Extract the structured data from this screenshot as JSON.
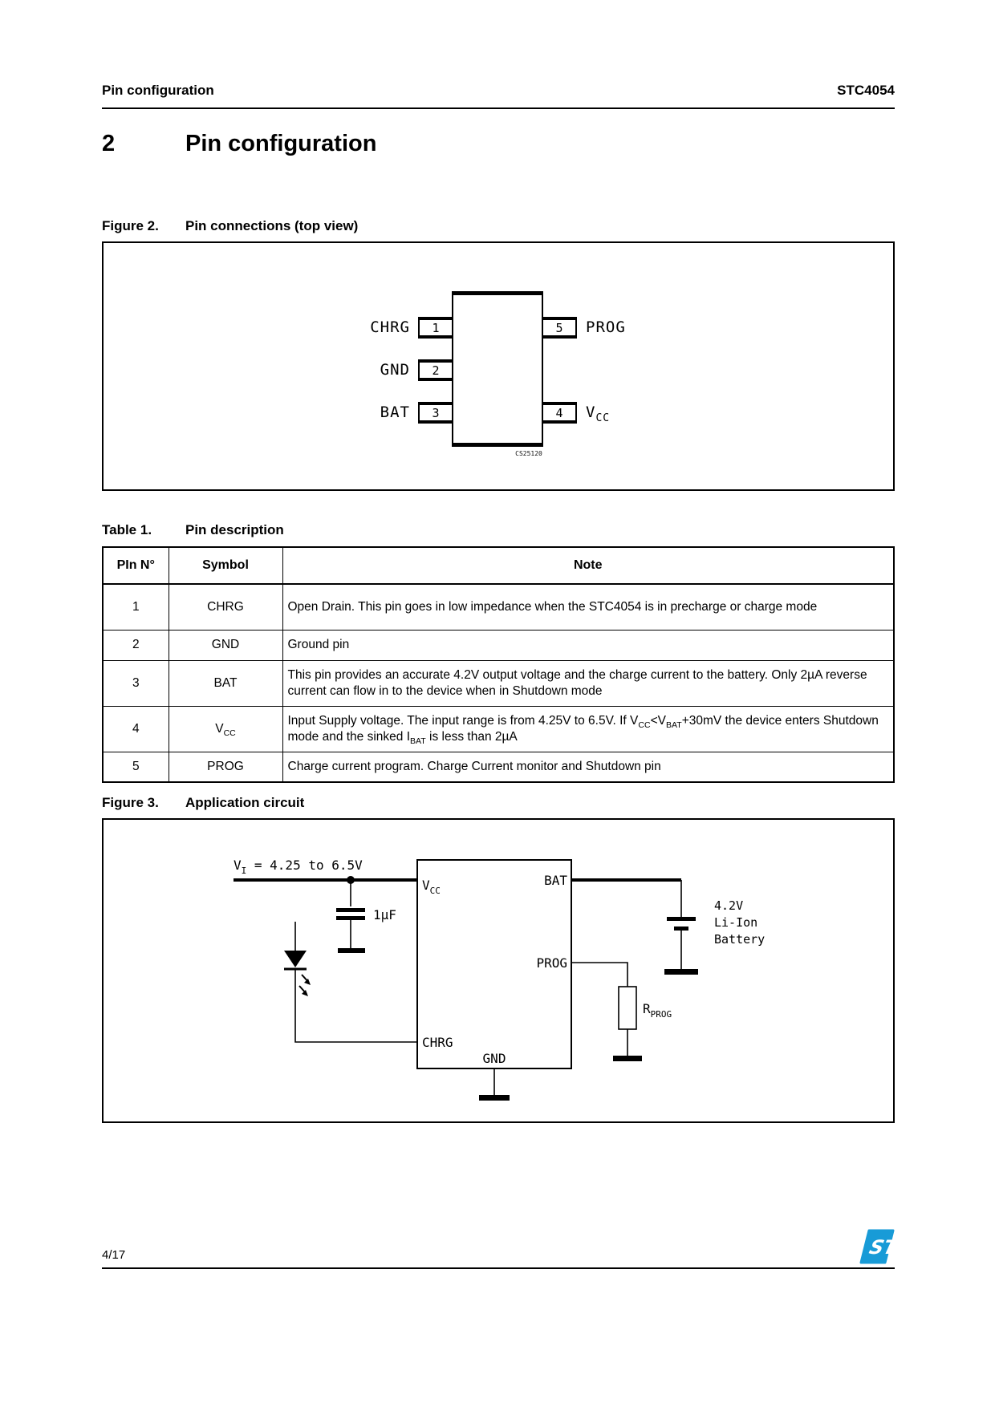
{
  "header": {
    "left": "Pin configuration",
    "right": "STC4054"
  },
  "section": {
    "number": "2",
    "title": "Pin configuration"
  },
  "figure2": {
    "label": "Figure 2.",
    "title": "Pin connections (top view)",
    "code": "CS25120",
    "pins": {
      "p1": {
        "num": "1",
        "name": "CHRG"
      },
      "p2": {
        "num": "2",
        "name": "GND"
      },
      "p3": {
        "num": "3",
        "name": "BAT"
      },
      "p5": {
        "num": "5",
        "name": "PROG"
      },
      "p4": {
        "num": "4",
        "name": "V",
        "sub": "CC"
      }
    }
  },
  "table1": {
    "label": "Table 1.",
    "title": "Pin description",
    "headers": {
      "pin": "PIn N°",
      "symbol": "Symbol",
      "note": "Note"
    },
    "rows": [
      {
        "pin": "1",
        "symbol": [
          [
            "t",
            "CHRG"
          ]
        ],
        "note": [
          [
            "t",
            "Open Drain. This pin goes in low impedance when the STC4054 is in precharge or charge mode"
          ]
        ]
      },
      {
        "pin": "2",
        "symbol": [
          [
            "t",
            "GND"
          ]
        ],
        "note": [
          [
            "t",
            "Ground pin"
          ]
        ]
      },
      {
        "pin": "3",
        "symbol": [
          [
            "t",
            "BAT"
          ]
        ],
        "note": [
          [
            "t",
            "This pin provides an accurate 4.2V output voltage and the charge current to the battery. Only 2µA reverse current can flow in to the device when in Shutdown mode"
          ]
        ]
      },
      {
        "pin": "4",
        "symbol": [
          [
            "t",
            "V"
          ],
          [
            "s",
            "CC"
          ]
        ],
        "note": [
          [
            "t",
            "Input Supply voltage. The input range is from 4.25V to 6.5V. If V"
          ],
          [
            "s",
            "CC"
          ],
          [
            "t",
            "<V"
          ],
          [
            "s",
            "BAT"
          ],
          [
            "t",
            "+30mV the device enters Shutdown mode and the sinked I"
          ],
          [
            "s",
            "BAT"
          ],
          [
            "t",
            " is less than 2µA"
          ]
        ]
      },
      {
        "pin": "5",
        "symbol": [
          [
            "t",
            "PROG"
          ]
        ],
        "note": [
          [
            "t",
            "Charge current program. Charge Current monitor and Shutdown pin"
          ]
        ]
      }
    ]
  },
  "figure3": {
    "label": "Figure 3.",
    "title": "Application circuit",
    "circuit": {
      "vin": {
        "main": "V",
        "sub": "I",
        "rest": " = 4.25 to 6.5V"
      },
      "cap": "1µF",
      "vcc": {
        "main": "V",
        "sub": "CC"
      },
      "bat": "BAT",
      "prog": "PROG",
      "chrg": "CHRG",
      "gnd": "GND",
      "rprog": {
        "main": "R",
        "sub": "PROG"
      },
      "battery": [
        "4.2V",
        "Li-Ion",
        "Battery"
      ]
    }
  },
  "footer": {
    "page_number": "4/17",
    "logo_text": "ST"
  },
  "colors": {
    "logo_blue": "#189bd7",
    "ink": "#000000"
  }
}
